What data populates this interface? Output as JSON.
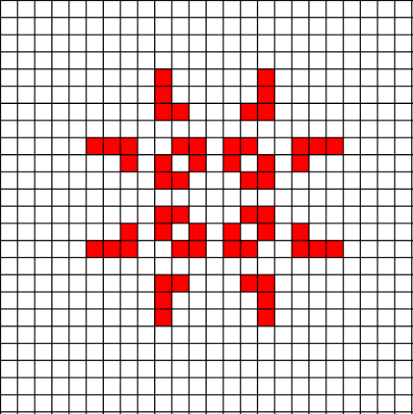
{
  "grid": {
    "cols": 24,
    "rows": 24,
    "line_color": "#000000",
    "background_color": "#ffffff",
    "fill_color": "#ff0000"
  },
  "live_cells": [
    [
      9,
      4
    ],
    [
      9,
      5
    ],
    [
      9,
      6
    ],
    [
      10,
      6
    ],
    [
      15,
      4
    ],
    [
      15,
      5
    ],
    [
      15,
      6
    ],
    [
      14,
      6
    ],
    [
      5,
      8
    ],
    [
      6,
      8
    ],
    [
      7,
      8
    ],
    [
      7,
      9
    ],
    [
      18,
      8
    ],
    [
      19,
      8
    ],
    [
      17,
      8
    ],
    [
      17,
      9
    ],
    [
      10,
      8
    ],
    [
      11,
      8
    ],
    [
      9,
      9
    ],
    [
      11,
      9
    ],
    [
      9,
      10
    ],
    [
      10,
      10
    ],
    [
      13,
      8
    ],
    [
      14,
      8
    ],
    [
      13,
      9
    ],
    [
      15,
      9
    ],
    [
      14,
      10
    ],
    [
      15,
      10
    ],
    [
      9,
      12
    ],
    [
      10,
      12
    ],
    [
      9,
      13
    ],
    [
      11,
      13
    ],
    [
      10,
      14
    ],
    [
      11,
      14
    ],
    [
      14,
      12
    ],
    [
      15,
      12
    ],
    [
      13,
      13
    ],
    [
      15,
      13
    ],
    [
      13,
      14
    ],
    [
      14,
      14
    ],
    [
      7,
      13
    ],
    [
      5,
      14
    ],
    [
      6,
      14
    ],
    [
      7,
      14
    ],
    [
      17,
      13
    ],
    [
      17,
      14
    ],
    [
      18,
      14
    ],
    [
      19,
      14
    ],
    [
      9,
      16
    ],
    [
      10,
      16
    ],
    [
      9,
      17
    ],
    [
      9,
      18
    ],
    [
      14,
      16
    ],
    [
      15,
      16
    ],
    [
      15,
      17
    ],
    [
      15,
      18
    ]
  ]
}
